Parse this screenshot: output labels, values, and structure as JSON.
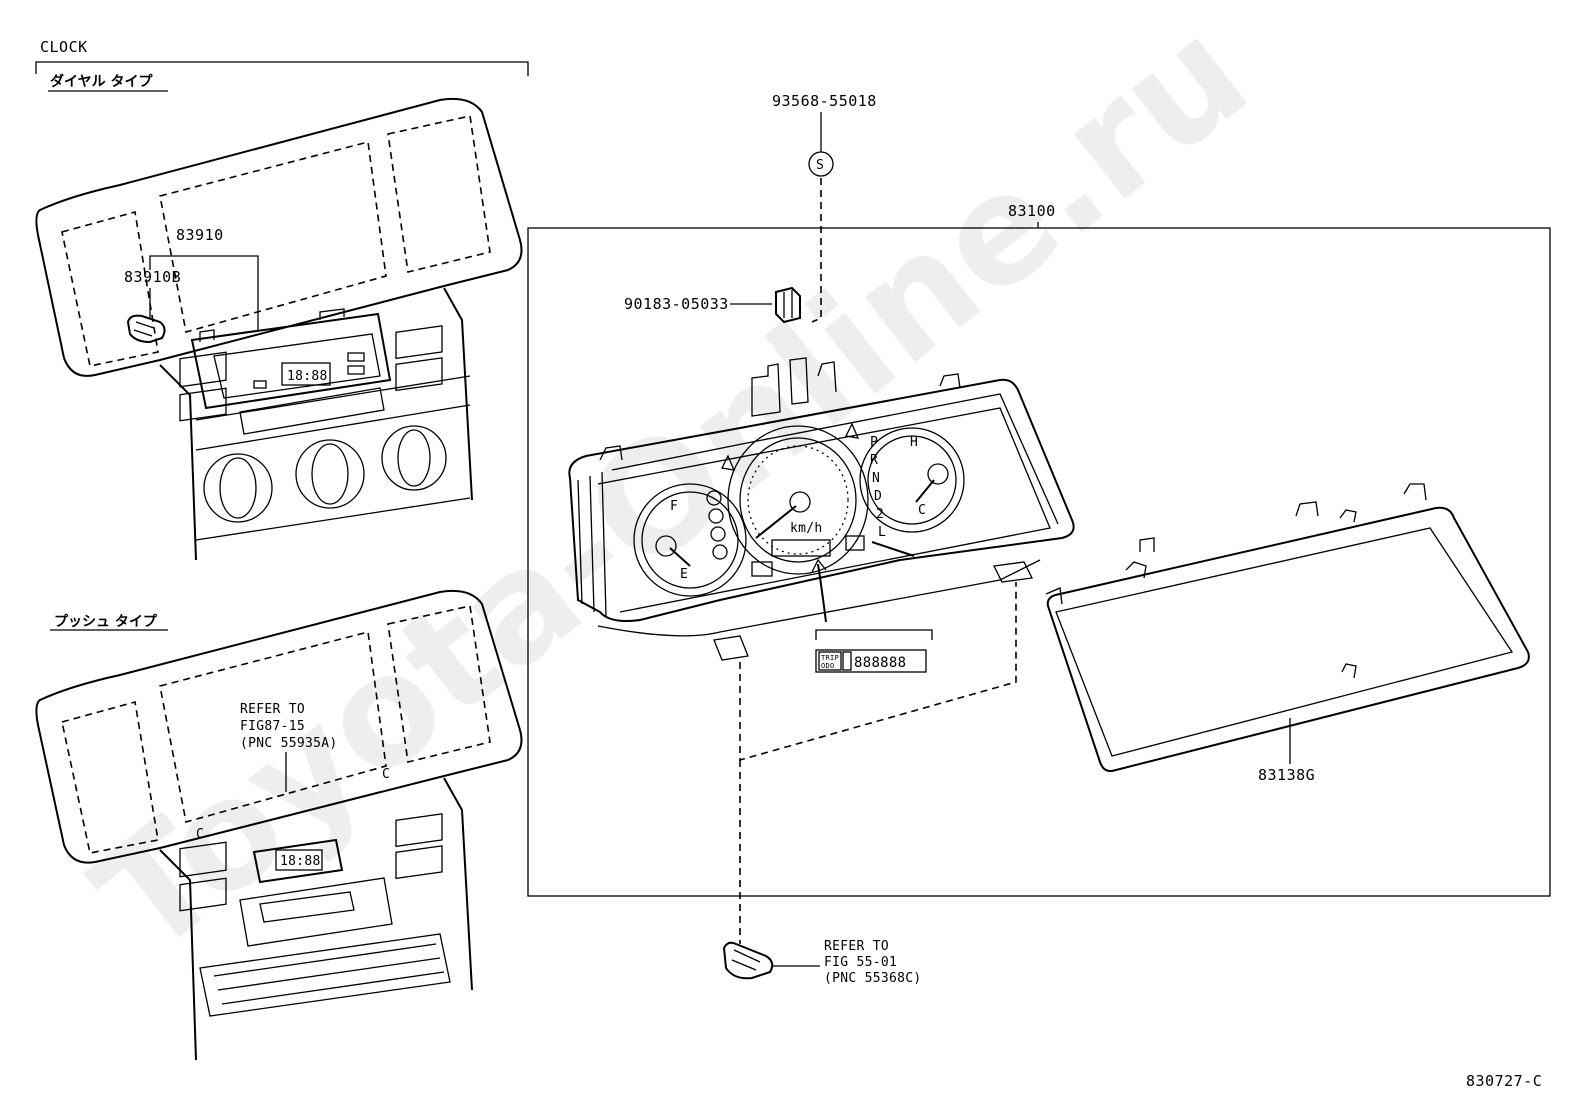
{
  "watermark": "Toyota-Online.ru",
  "section_title": "CLOCK",
  "dial_type_label": "ダイヤル タイプ",
  "push_type_label": "プッシュ タイプ",
  "clock_display": "18:88",
  "parts": {
    "p83910": "83910",
    "p83910b": "83910B",
    "p93568": "93568-55018",
    "p83100": "83100",
    "p90183": "90183-05033",
    "p83138g": "83138G",
    "s_mark": "S"
  },
  "refs": {
    "fig87": [
      "REFER TO",
      "FIG87-15",
      "(PNC 55935A)"
    ],
    "fig55": [
      "REFER TO",
      "FIG 55-01",
      "(PNC 55368C)"
    ]
  },
  "cluster": {
    "speed_unit": "km/h",
    "fuel_f": "F",
    "fuel_e": "E",
    "temp_h": "H",
    "temp_c": "C",
    "gears": [
      "P",
      "R",
      "N",
      "D",
      "2",
      "L"
    ],
    "trip_label": "TRIP",
    "odo_label": "ODO",
    "odo_digits": "888888"
  },
  "figure_code": "830727-C"
}
